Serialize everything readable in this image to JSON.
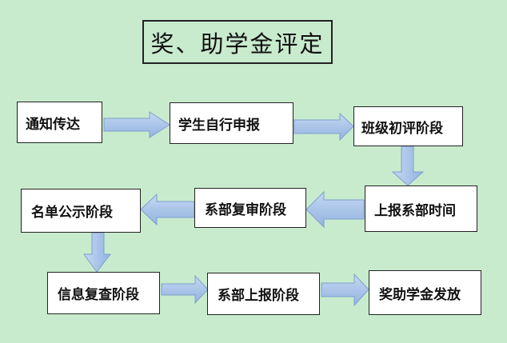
{
  "diagram": {
    "title": "奖、助学金评定",
    "steps": [
      {
        "id": 1,
        "label": "通知传达"
      },
      {
        "id": 2,
        "label": "学生自行申报"
      },
      {
        "id": 3,
        "label": "班级初评阶段"
      },
      {
        "id": 4,
        "label": "上报系部时间"
      },
      {
        "id": 5,
        "label": "系部复审阶段"
      },
      {
        "id": 6,
        "label": "名单公示阶段"
      },
      {
        "id": 7,
        "label": "信息复查阶段"
      },
      {
        "id": 8,
        "label": "系部上报阶段"
      },
      {
        "id": 9,
        "label": "奖助学金发放"
      }
    ],
    "flow": [
      {
        "from": 1,
        "to": 2,
        "direction": "right"
      },
      {
        "from": 2,
        "to": 3,
        "direction": "right"
      },
      {
        "from": 3,
        "to": 4,
        "direction": "down"
      },
      {
        "from": 4,
        "to": 5,
        "direction": "left"
      },
      {
        "from": 5,
        "to": 6,
        "direction": "left"
      },
      {
        "from": 6,
        "to": 7,
        "direction": "down"
      },
      {
        "from": 7,
        "to": 8,
        "direction": "right"
      },
      {
        "from": 8,
        "to": 9,
        "direction": "right"
      }
    ],
    "colors": {
      "background": "#c8ebcd",
      "box_fill": "#ffffff",
      "arrow_fill": "#a9c4e8",
      "arrow_stroke": "#7e9fcf"
    }
  }
}
